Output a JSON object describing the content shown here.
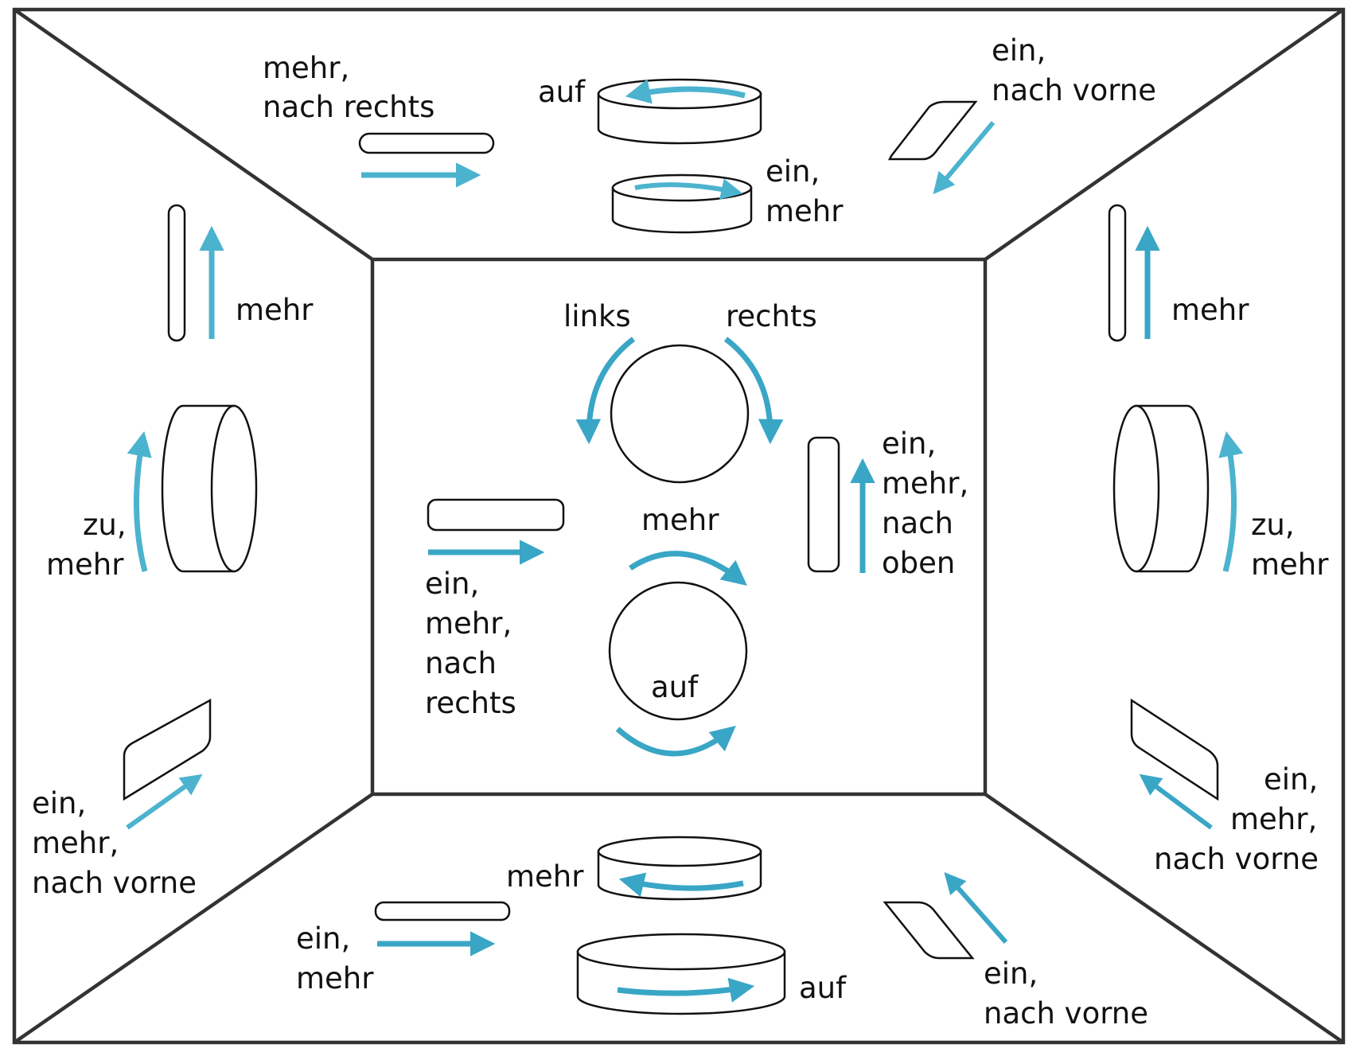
{
  "colors": {
    "arrow": "#4cb3cf",
    "arrow_dark": "#39a6c6",
    "frame": "#333333",
    "shape": "#111111"
  },
  "top": {
    "l1": "mehr,",
    "l2": "nach rechts",
    "auf": "auf",
    "ein": "ein,",
    "mehr": "mehr",
    "r1": "ein,",
    "r2": "nach vorne"
  },
  "left": {
    "mehr": "mehr",
    "zu": "zu,",
    "zu_mehr": "mehr",
    "b1": "ein,",
    "b2": "mehr,",
    "b3": "nach vorne"
  },
  "right": {
    "mehr": "mehr",
    "zu": "zu,",
    "zu_mehr": "mehr",
    "b1": "ein,",
    "b2": "mehr,",
    "b3": "nach vorne"
  },
  "center": {
    "links": "links",
    "rechts": "rechts",
    "mehr": "mehr",
    "auf": "auf",
    "l1": "ein,",
    "l2": "mehr,",
    "l3": "nach",
    "l4": "rechts",
    "r1": "ein,",
    "r2": "mehr,",
    "r3": "nach",
    "r4": "oben"
  },
  "bottom": {
    "mehr": "mehr",
    "l1": "ein,",
    "l2": "mehr",
    "auf": "auf",
    "r1": "ein,",
    "r2": "nach vorne"
  }
}
